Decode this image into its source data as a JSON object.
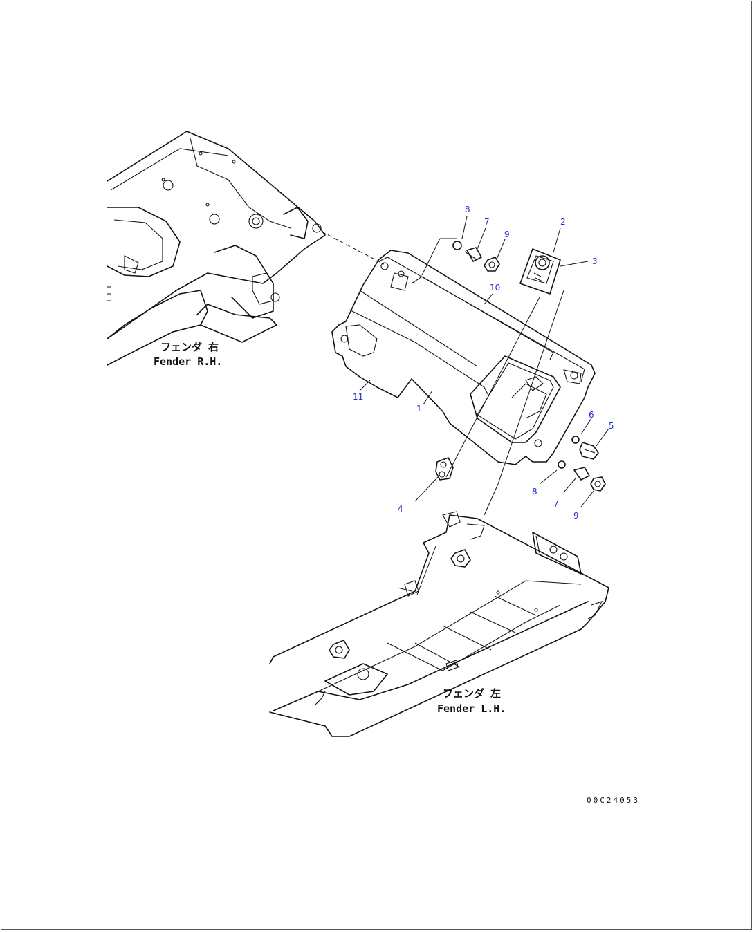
{
  "callouts": {
    "c8a": "8",
    "c7a": "7",
    "c9a": "9",
    "c2": "2",
    "c3": "3",
    "c10": "10",
    "c11": "11",
    "c1": "1",
    "c6": "6",
    "c5": "5",
    "c4": "4",
    "c8b": "8",
    "c7b": "7",
    "c9b": "9"
  },
  "labels": {
    "fender_rh_jp": "フェンダ 右",
    "fender_rh_en": "Fender R.H.",
    "fender_lh_jp": "フェンダ 左",
    "fender_lh_en": "Fender L.H."
  },
  "drawing_code": "00C24053"
}
